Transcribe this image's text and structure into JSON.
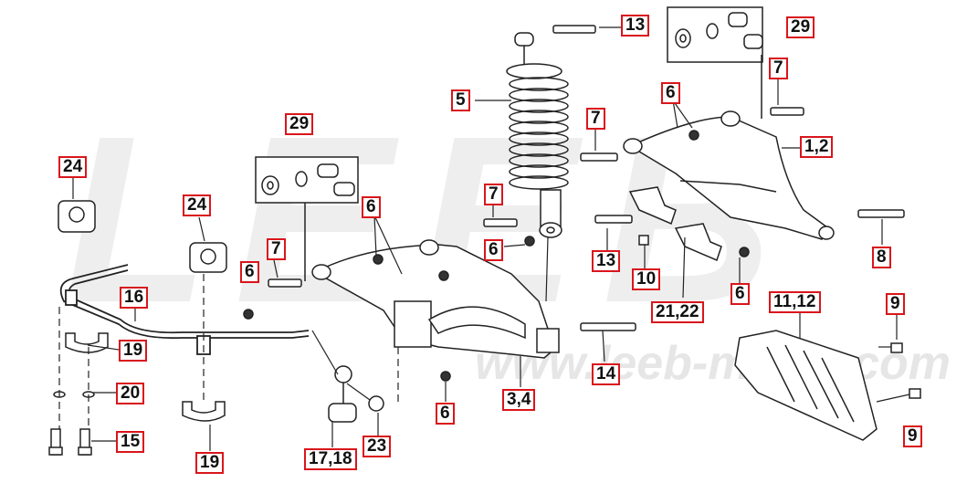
{
  "watermark": {
    "brand": "LEEB",
    "url": "www.leeb-motor.com",
    "color": "#ececec"
  },
  "colors": {
    "callout_border": "#d9161c",
    "line": "#222222"
  },
  "callouts": [
    {
      "id": "c13",
      "text": "13"
    },
    {
      "id": "c29a",
      "text": "29"
    },
    {
      "id": "c5",
      "text": "5"
    },
    {
      "id": "c7a",
      "text": "7"
    },
    {
      "id": "c6a",
      "text": "6"
    },
    {
      "id": "c7b",
      "text": "7"
    },
    {
      "id": "c12a",
      "text": "1,2"
    },
    {
      "id": "c29b",
      "text": "29"
    },
    {
      "id": "c24a",
      "text": "24"
    },
    {
      "id": "c24b",
      "text": "24"
    },
    {
      "id": "c6b",
      "text": "6"
    },
    {
      "id": "c7c",
      "text": "7"
    },
    {
      "id": "c6c",
      "text": "6"
    },
    {
      "id": "c7d",
      "text": "7"
    },
    {
      "id": "c6d",
      "text": "6"
    },
    {
      "id": "c13b",
      "text": "13"
    },
    {
      "id": "c10",
      "text": "10"
    },
    {
      "id": "c8",
      "text": "8"
    },
    {
      "id": "c6e",
      "text": "6"
    },
    {
      "id": "c16",
      "text": "16"
    },
    {
      "id": "c2122",
      "text": "21,22"
    },
    {
      "id": "c1112",
      "text": "11,12"
    },
    {
      "id": "c9a",
      "text": "9"
    },
    {
      "id": "c19a",
      "text": "19"
    },
    {
      "id": "c14",
      "text": "14"
    },
    {
      "id": "c20",
      "text": "20"
    },
    {
      "id": "c34",
      "text": "3,4"
    },
    {
      "id": "c6f",
      "text": "6"
    },
    {
      "id": "c15",
      "text": "15"
    },
    {
      "id": "c1718",
      "text": "17,18"
    },
    {
      "id": "c23",
      "text": "23"
    },
    {
      "id": "c19b",
      "text": "19"
    },
    {
      "id": "c9b",
      "text": "9"
    }
  ]
}
